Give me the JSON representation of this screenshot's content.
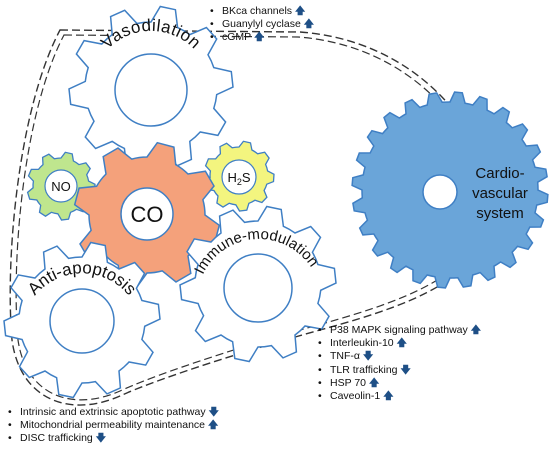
{
  "colors": {
    "gear_stroke": "#3f7fc4",
    "co_fill": "#f4a17b",
    "no_fill": "#bfe68e",
    "h2s_fill": "#f3f57f",
    "cardio_fill": "#6aa5d9",
    "arrow": "#1e4f86"
  },
  "gears": {
    "vasodilation": "Vasodilation",
    "immune": "Immune-modulation",
    "anti_apoptosis": "Anti-apoptosis",
    "co": "CO",
    "no": "NO",
    "h2s_base": "H",
    "h2s_sub": "2",
    "h2s_tail": "S",
    "cardio_line1": "Cardio-",
    "cardio_line2": "vascular",
    "cardio_line3": "system"
  },
  "lists": {
    "top": [
      {
        "text": "BKca channels",
        "arrow": "up"
      },
      {
        "text": "Guanylyl cyclase",
        "arrow": "up"
      },
      {
        "text": "cGMP",
        "arrow": "up"
      }
    ],
    "right": [
      {
        "text": "P38 MAPK signaling pathway",
        "arrow": "up"
      },
      {
        "text": "Interleukin-10",
        "arrow": "up"
      },
      {
        "text": "TNF-α",
        "arrow": "down"
      },
      {
        "text": "TLR trafficking",
        "arrow": "down"
      },
      {
        "text": "HSP 70",
        "arrow": "up"
      },
      {
        "text": "Caveolin-1",
        "arrow": "up"
      }
    ],
    "bottom": [
      {
        "text": "Intrinsic and extrinsic apoptotic pathway",
        "arrow": "down"
      },
      {
        "text": "Mitochondrial permeability maintenance",
        "arrow": "up"
      },
      {
        "text": "DISC trafficking",
        "arrow": "down"
      }
    ]
  }
}
